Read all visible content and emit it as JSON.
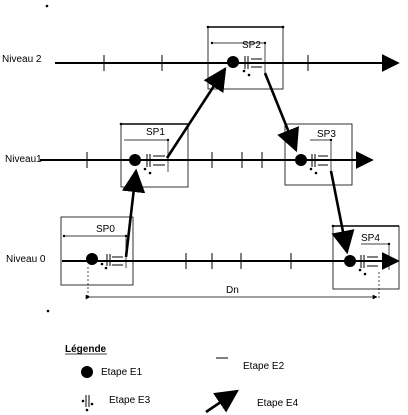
{
  "levels": {
    "n2": "Niveau 2",
    "n1": "Niveau1",
    "n0": "Niveau 0"
  },
  "steps": {
    "sp0": "SP0",
    "sp1": "SP1",
    "sp2": "SP2",
    "sp3": "SP3",
    "sp4": "SP4"
  },
  "distance_label": "Dn",
  "legend": {
    "title": "Légende",
    "e1": "Etape E1",
    "e2": "Etape E2",
    "e3": "Etape E3",
    "e4": "Etape E4"
  }
}
